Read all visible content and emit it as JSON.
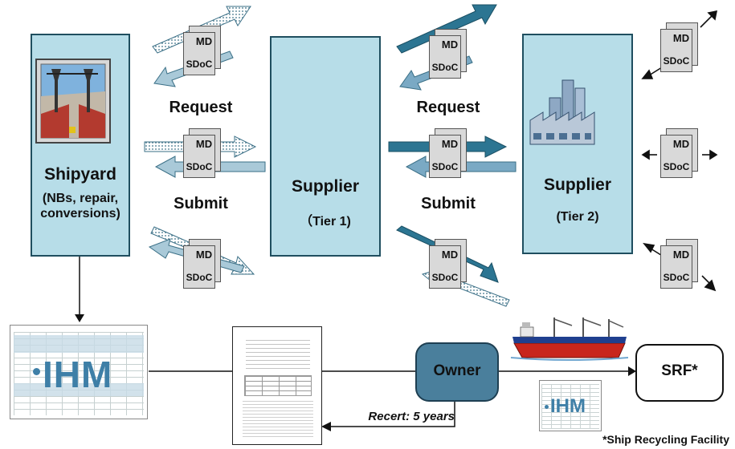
{
  "nodes": {
    "shipyard": {
      "title": "Shipyard",
      "subtitle": "(NBs, repair, conversions)"
    },
    "supplier_tier1": {
      "title": "Supplier",
      "subtitle": "（Tier 1)"
    },
    "supplier_tier2": {
      "title": "Supplier",
      "subtitle": "(Tier 2)"
    },
    "owner": {
      "label": "Owner"
    },
    "srf": {
      "label": "SRF*"
    }
  },
  "flow_labels": {
    "request_1": "Request",
    "submit_1": "Submit",
    "request_2": "Request",
    "submit_2": "Submit",
    "recert": "Recert: 5 years"
  },
  "documents": {
    "md": "MD",
    "sdoc": "SDoC",
    "ihm": "IHM"
  },
  "footnote": "*Ship Recycling Facility",
  "colors": {
    "box_fill": "#b7dde8",
    "owner_fill": "#4a7f9c",
    "arrow_light": "#a9c9d8",
    "arrow_mid": "#6fa3c0",
    "arrow_dark": "#1f6f8b"
  }
}
